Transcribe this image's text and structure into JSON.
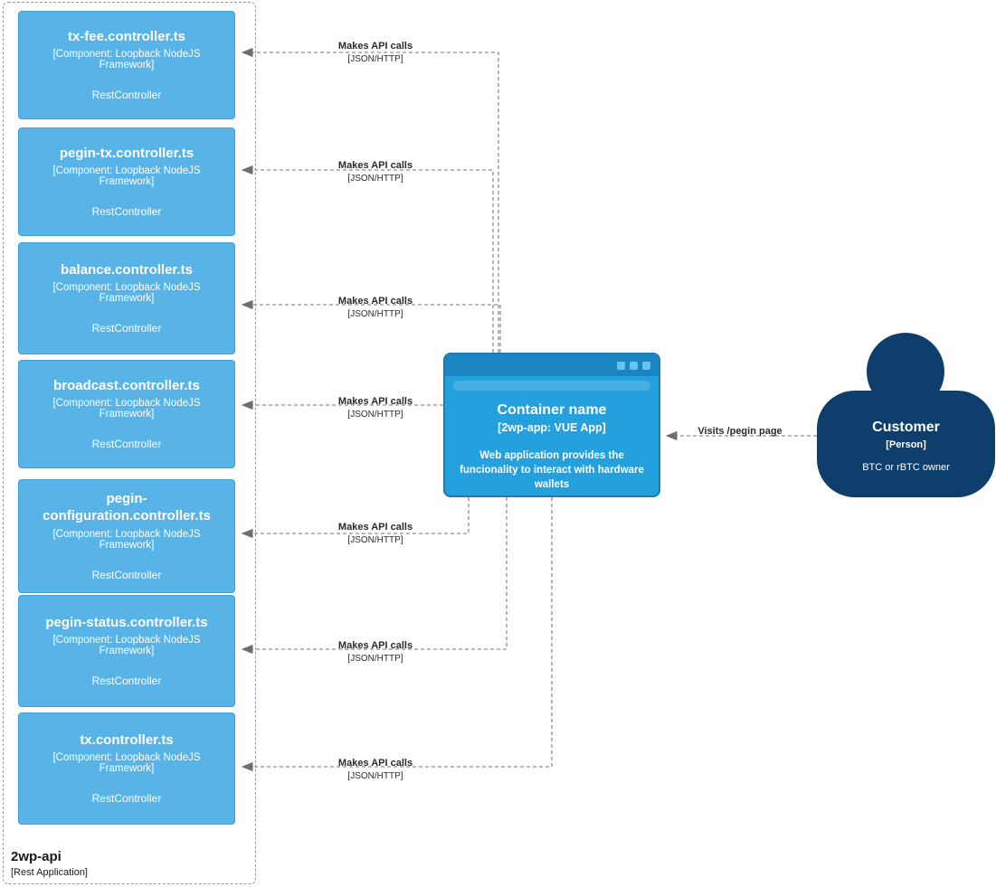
{
  "diagram": {
    "boundary": {
      "name": "2wp-api",
      "type": "[Rest Application]"
    },
    "components": [
      {
        "name": "tx-fee.controller.ts",
        "meta": "[Component: Loopback NodeJS Framework]",
        "tech": "RestController"
      },
      {
        "name": "pegin-tx.controller.ts",
        "meta": "[Component: Loopback NodeJS Framework]",
        "tech": "RestController"
      },
      {
        "name": "balance.controller.ts",
        "meta": "[Component: Loopback NodeJS Framework]",
        "tech": "RestController"
      },
      {
        "name": "broadcast.controller.ts",
        "meta": "[Component: Loopback NodeJS Framework]",
        "tech": "RestController"
      },
      {
        "name": "pegin-configuration.controller.ts",
        "meta": "[Component: Loopback NodeJS Framework]",
        "tech": "RestController"
      },
      {
        "name": "pegin-status.controller.ts",
        "meta": "[Component: Loopback NodeJS Framework]",
        "tech": "RestController"
      },
      {
        "name": "tx.controller.ts",
        "meta": "[Component: Loopback NodeJS Framework]",
        "tech": "RestController"
      }
    ],
    "container": {
      "name": "Container name",
      "meta": "[2wp-app: VUE App]",
      "description": "Web application provides the funcionality to interact with hardware wallets"
    },
    "person": {
      "name": "Customer",
      "meta": "[Person]",
      "description": "BTC or rBTC owner"
    },
    "edges": {
      "api_label": "Makes API calls",
      "api_tech": "[JSON/HTTP]",
      "visit_label": "Visits /pegin page"
    },
    "colors": {
      "component_fill": "#58b4e7",
      "component_border": "#3d9ed8",
      "container_fill": "#24a0dc",
      "container_header": "#1b85c2",
      "container_border": "#1b7db3",
      "person_fill": "#0e3e6b",
      "edge": "#8f8f8f"
    }
  }
}
